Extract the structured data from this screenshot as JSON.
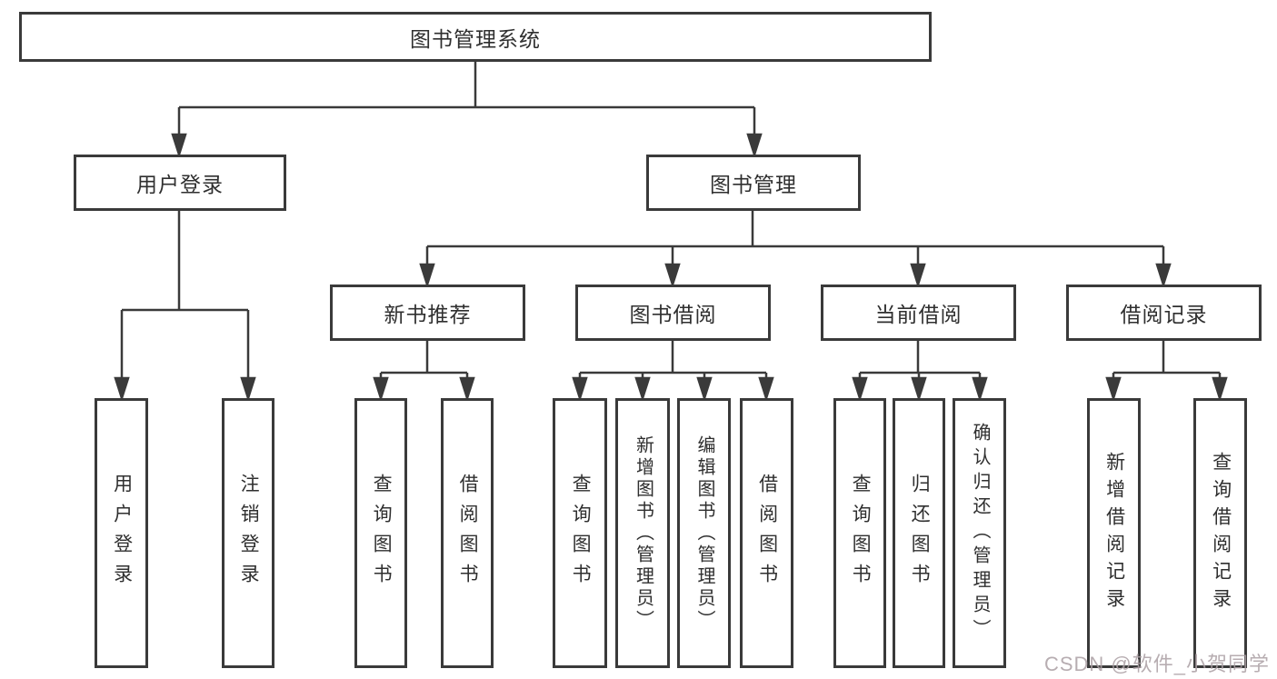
{
  "page": {
    "background": "#ffffff"
  },
  "diagram": {
    "type": "tree",
    "line_color": "#3a3a3a",
    "text_color": "#2f2f2f",
    "root": {
      "label": "图书管理系统"
    },
    "level2": [
      {
        "label": "用户登录"
      },
      {
        "label": "图书管理"
      }
    ],
    "level3": [
      {
        "label": "新书推荐",
        "parent": "图书管理"
      },
      {
        "label": "图书借阅",
        "parent": "图书管理"
      },
      {
        "label": "当前借阅",
        "parent": "图书管理"
      },
      {
        "label": "借阅记录",
        "parent": "图书管理"
      }
    ],
    "leaves": [
      {
        "label": "用户登录",
        "parent": "用户登录"
      },
      {
        "label": "注销登录",
        "parent": "用户登录"
      },
      {
        "label": "查询图书",
        "parent": "新书推荐"
      },
      {
        "label": "借阅图书",
        "parent": "新书推荐"
      },
      {
        "label": "查询图书",
        "parent": "图书借阅"
      },
      {
        "label": "新增图书（管理员）",
        "parent": "图书借阅"
      },
      {
        "label": "编辑图书（管理员）",
        "parent": "图书借阅"
      },
      {
        "label": "借阅图书",
        "parent": "图书借阅"
      },
      {
        "label": "查询图书",
        "parent": "当前借阅"
      },
      {
        "label": "归还图书",
        "parent": "当前借阅"
      },
      {
        "label": "确认归还（管理员）",
        "parent": "当前借阅"
      },
      {
        "label": "新增借阅记录",
        "parent": "借阅记录"
      },
      {
        "label": "查询借阅记录",
        "parent": "借阅记录"
      }
    ]
  },
  "watermark": {
    "text": "CSDN @软件_小贺同学",
    "color": "#ab9fa4"
  }
}
